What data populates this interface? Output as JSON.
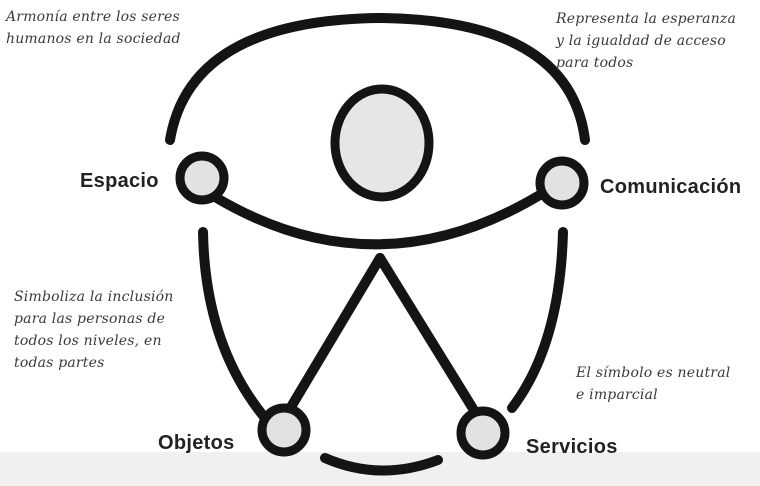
{
  "annotations": {
    "top_left": "Armonía entre los seres\nhumanos en la sociedad",
    "top_right": "Representa la esperanza\ny la igualdad de acceso\npara todos",
    "mid_left": "Simboliza la inclusión\npara las personas de\ntodos los niveles, en\ntodas partes",
    "bottom_right": "El símbolo es neutral\ne imparcial"
  },
  "nodes": {
    "espacio": "Espacio",
    "comunicacion": "Comunicación",
    "objetos": "Objetos",
    "servicios": "Servicios"
  },
  "colors": {
    "stroke": "#141414",
    "node_fill": "#e2e2e2",
    "head_fill": "#e6e6e6",
    "ground": "#ececec"
  }
}
